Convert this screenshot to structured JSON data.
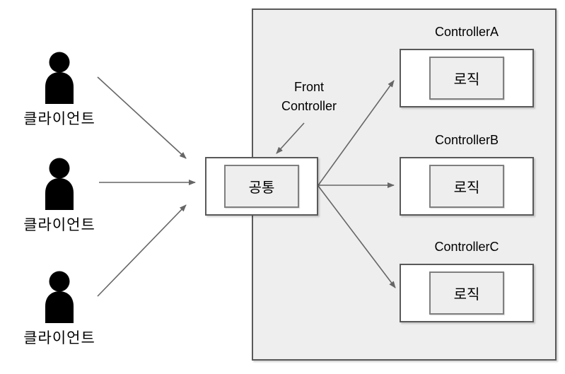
{
  "diagram": {
    "clients": [
      {
        "label": "클라이언트"
      },
      {
        "label": "클라이언트"
      },
      {
        "label": "클라이언트"
      }
    ],
    "front_controller_annotation": {
      "line1": "Front",
      "line2": "Controller"
    },
    "common_box": {
      "label": "공통"
    },
    "controllers": [
      {
        "name": "ControllerA",
        "logic_label": "로직"
      },
      {
        "name": "ControllerB",
        "logic_label": "로직"
      },
      {
        "name": "ControllerC",
        "logic_label": "로직"
      }
    ],
    "colors": {
      "container_fill": "#eeeeee",
      "inner_box_fill": "#eeeeee",
      "box_background": "#ffffff",
      "box_border": "#595959",
      "inner_box_border": "#7f7f7f",
      "arrow": "#666666",
      "client_icon": "#000000",
      "text": "#000000"
    }
  }
}
